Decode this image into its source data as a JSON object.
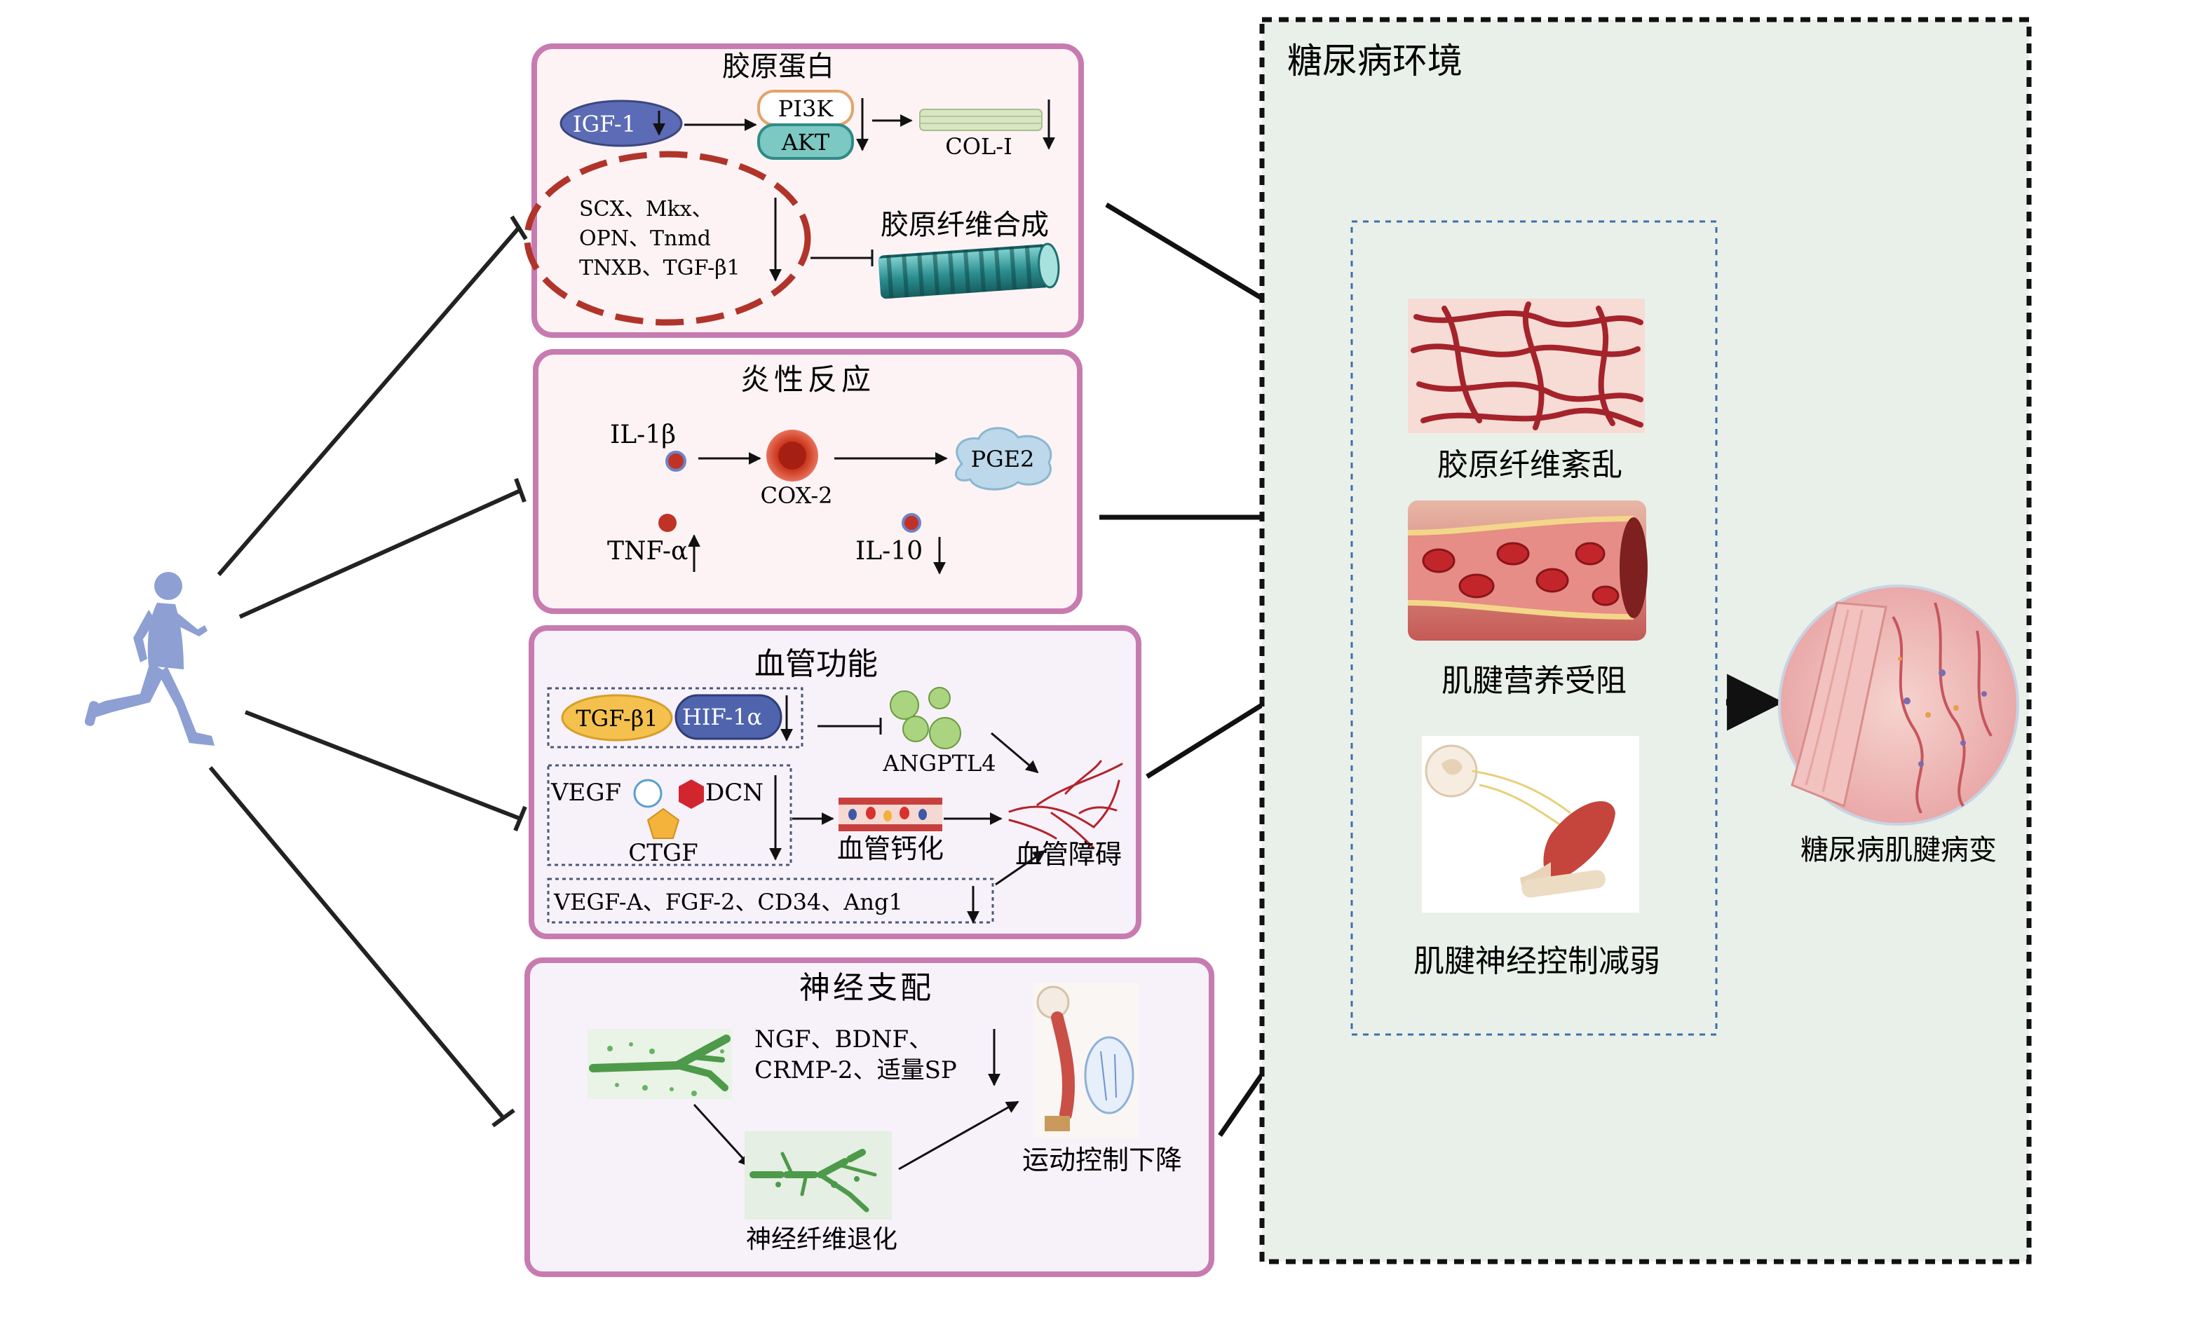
{
  "panels": {
    "collagen": {
      "title": "胶原蛋白",
      "igf1": "IGF-1",
      "pi3k": "PI3K",
      "akt": "AKT",
      "col1": "COL-I",
      "genes_line1": "SCX、Mkx、",
      "genes_line2": "OPN、Tnmd",
      "genes_line3": "TNXB、TGF-β1",
      "synthesis": "胶原纤维合成"
    },
    "inflammation": {
      "title": "炎性反应",
      "il1b": "IL-1β",
      "cox2": "COX-2",
      "pge2": "PGE2",
      "tnfa": "TNF-α",
      "il10": "IL-10"
    },
    "vascular": {
      "title": "血管功能",
      "tgfb1": "TGF-β1",
      "hif1a": "HIF-1α",
      "angptl4": "ANGPTL4",
      "vegf": "VEGF",
      "dcn": "DCN",
      "ctgf": "CTGF",
      "calcification": "血管钙化",
      "disorder": "血管障碍",
      "factors": "VEGF-A、FGF-2、CD34、Ang1"
    },
    "nerve": {
      "title": "神经支配",
      "factors_line1": "NGF、BDNF、",
      "factors_line2": "CRMP-2、适量SP",
      "degeneration": "神经纤维退化",
      "motor": "运动控制下降"
    }
  },
  "environment": {
    "title": "糖尿病环境",
    "items": [
      {
        "label": "胶原纤维紊乱"
      },
      {
        "label": "肌腱营养受阻"
      },
      {
        "label": "肌腱神经控制减弱"
      }
    ]
  },
  "outcome": {
    "label": "糖尿病肌腱病变"
  },
  "colors": {
    "panel_border": "#c77bb0",
    "panel_fill": "#fdf3f5",
    "panel_fill_alt": "#f7f1fa",
    "env_fill": "#e9f0ea",
    "dashed_red": "#b0342a",
    "runner": "#8d9fd3"
  }
}
